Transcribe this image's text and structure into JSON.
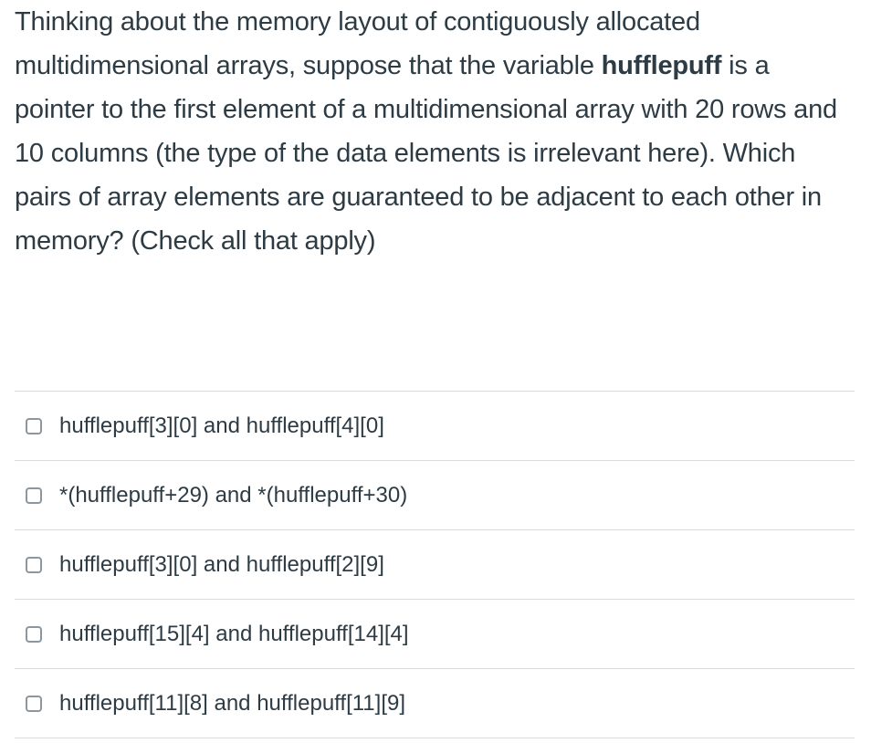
{
  "question": {
    "part1": "Thinking about the memory layout of contiguously allocated multidimensional arrays, suppose that the variable ",
    "variable": "hufflepuff",
    "part2": " is a pointer to the first element of a multidimensional array with 20 rows and 10 columns (the type of the data elements is irrelevant here).  Which pairs of array elements are guaranteed to be adjacent to each other in memory?  (Check all that apply)"
  },
  "answers": [
    {
      "label": "hufflepuff[3][0] and hufflepuff[4][0]",
      "checked": false
    },
    {
      "label": "*(hufflepuff+29) and *(hufflepuff+30)",
      "checked": false
    },
    {
      "label": "hufflepuff[3][0] and hufflepuff[2][9]",
      "checked": false
    },
    {
      "label": "hufflepuff[15][4] and hufflepuff[14][4]",
      "checked": false
    },
    {
      "label": "hufflepuff[11][8] and hufflepuff[11][9]",
      "checked": false
    }
  ]
}
